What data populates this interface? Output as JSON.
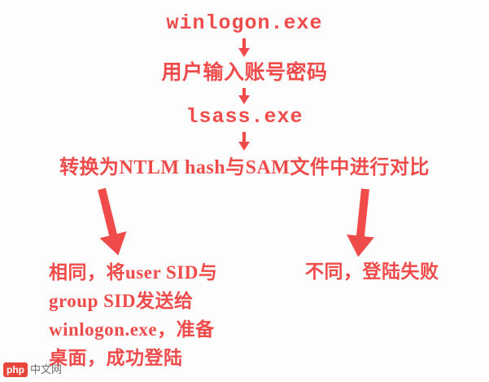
{
  "diagram": {
    "type": "flowchart",
    "orientation": "top-to-bottom with two branches",
    "accent_color": "#ef4b4b",
    "background_color": "#fdfdfd",
    "nodes": [
      {
        "id": "winlogon",
        "label": "winlogon.exe"
      },
      {
        "id": "credentials",
        "label": "用户输入账号密码"
      },
      {
        "id": "lsass",
        "label": "lsass.exe"
      },
      {
        "id": "compare",
        "label": "转换为NTLM hash与SAM文件中进行对比"
      },
      {
        "id": "success",
        "label": "相同，将user SID与\ngroup SID发送给\nwinlogon.exe，准备\n桌面，成功登陆"
      },
      {
        "id": "fail",
        "label": "不同，登陆失败"
      }
    ],
    "edges": [
      {
        "from": "winlogon",
        "to": "credentials",
        "style": "thin-down-arrow"
      },
      {
        "from": "credentials",
        "to": "lsass",
        "style": "thin-down-arrow"
      },
      {
        "from": "lsass",
        "to": "compare",
        "style": "thin-down-arrow"
      },
      {
        "from": "compare",
        "to": "success",
        "style": "thick-angled-arrow-left"
      },
      {
        "from": "compare",
        "to": "fail",
        "style": "thick-angled-arrow-right"
      }
    ]
  },
  "watermark": {
    "badge": "php",
    "text": "中文网"
  }
}
